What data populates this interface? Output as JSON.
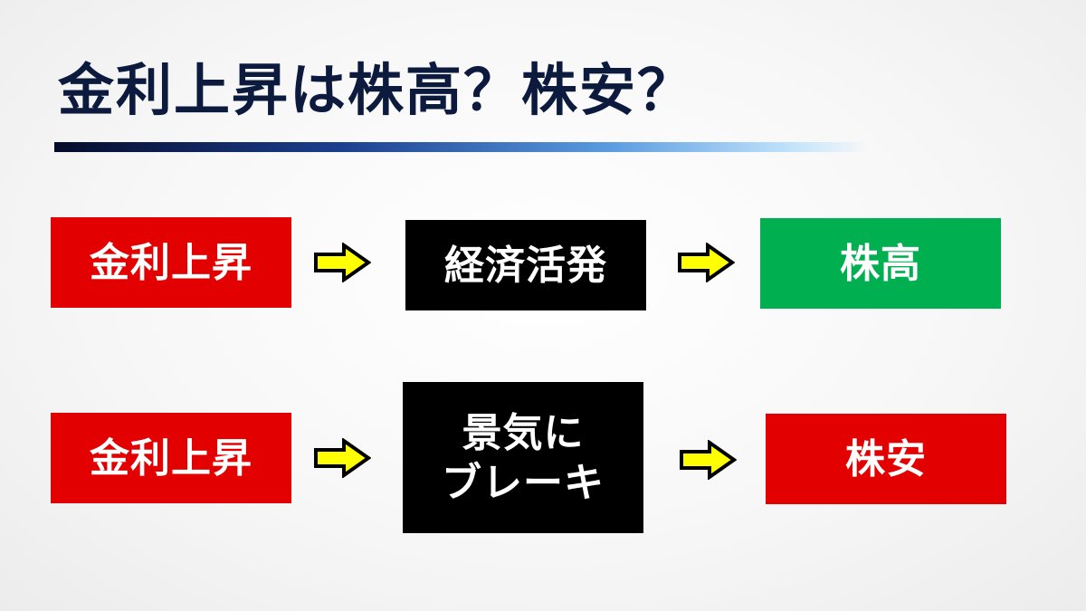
{
  "title": "金利上昇は株高？株安？",
  "row1": {
    "cause": "金利上昇",
    "middle": "経済活発",
    "result": "株高"
  },
  "row2": {
    "cause": "金利上昇",
    "middle_line1": "景気に",
    "middle_line2": "ブレーキ",
    "result": "株安"
  },
  "colors": {
    "title": "#0c1a3e",
    "red": "#e20000",
    "black": "#000000",
    "green": "#00b050",
    "arrow_fill": "#ffff00",
    "arrow_stroke": "#000000"
  }
}
